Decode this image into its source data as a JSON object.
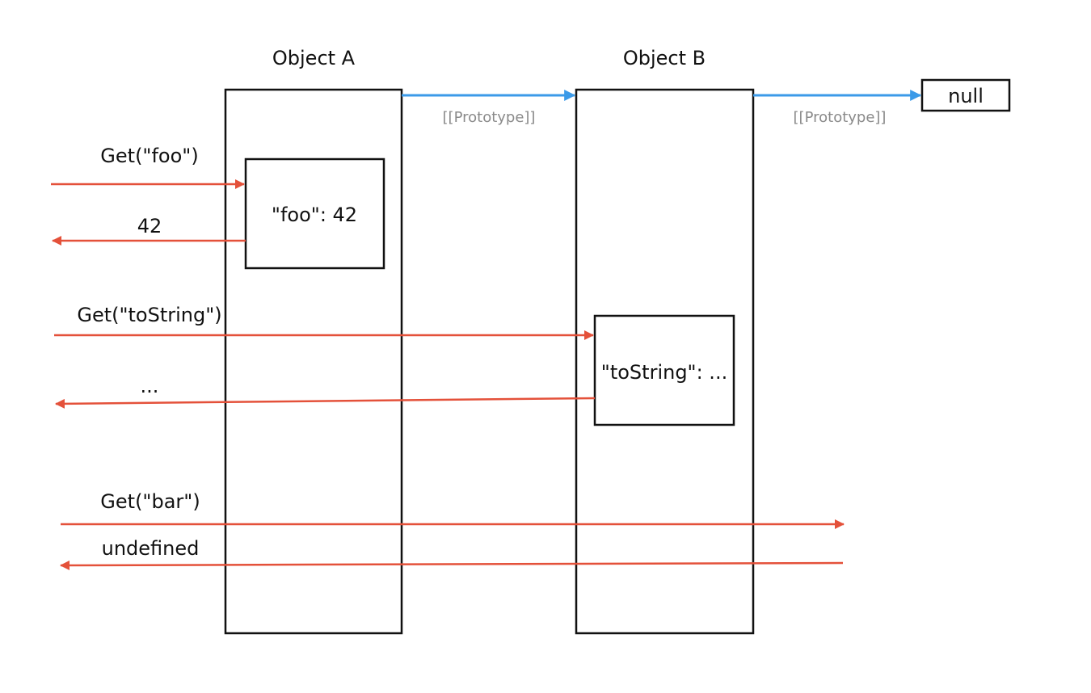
{
  "objects": {
    "a_title": "Object A",
    "b_title": "Object B",
    "null_label": "null"
  },
  "prototype_links": {
    "a_to_b": "[[Prototype]]",
    "b_to_null": "[[Prototype]]"
  },
  "properties": {
    "foo": "\"foo\": 42",
    "tostring": "\"toString\": ..."
  },
  "requests": {
    "get_foo": "Get(\"foo\")",
    "result_foo": "42",
    "get_tostring": "Get(\"toString\")",
    "result_tostring": "...",
    "get_bar": "Get(\"bar\")",
    "result_bar": "undefined"
  },
  "colors": {
    "request_arrow": "#e4513a",
    "prototype_arrow": "#3b9ae8"
  }
}
